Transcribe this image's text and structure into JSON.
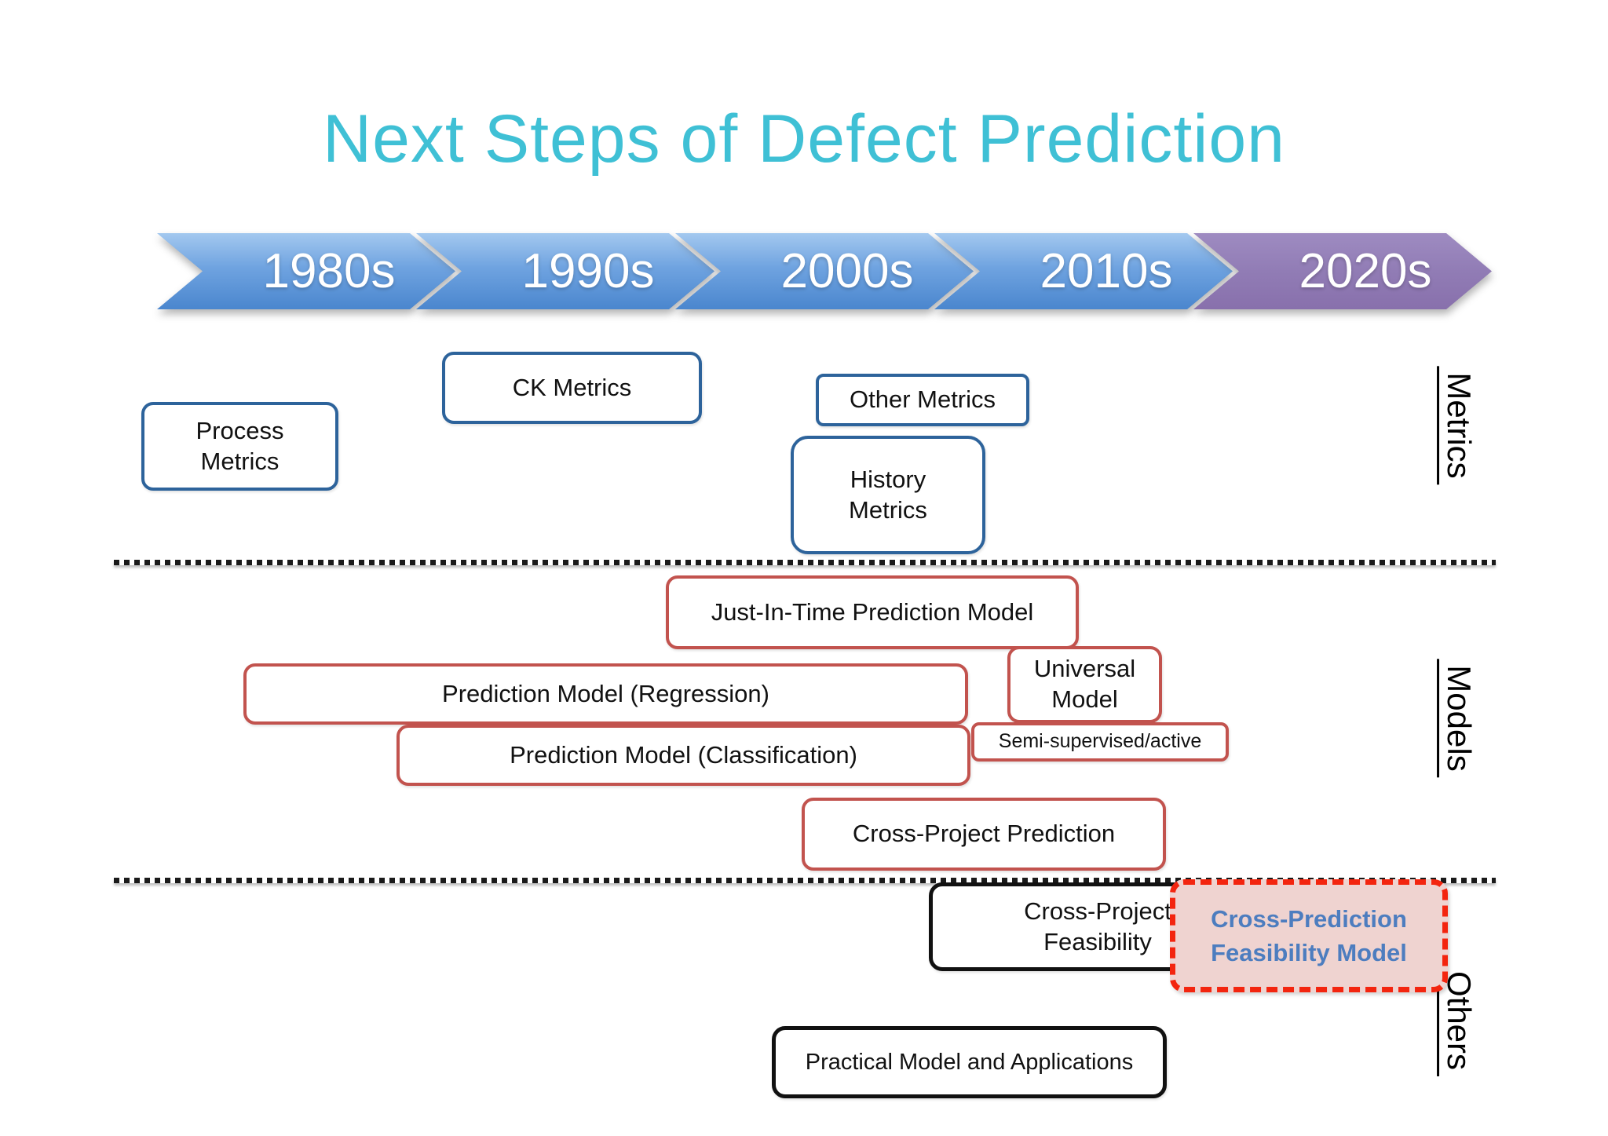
{
  "title": {
    "text": "Next Steps of Defect Prediction",
    "color": "#3fc0d5"
  },
  "timeline": {
    "arrows": [
      {
        "label": "1980s",
        "theme": "blue"
      },
      {
        "label": "1990s",
        "theme": "blue"
      },
      {
        "label": "2000s",
        "theme": "blue"
      },
      {
        "label": "2010s",
        "theme": "blue"
      },
      {
        "label": "2020s",
        "theme": "purple"
      }
    ],
    "colors": {
      "blue_top": "#a3c8ef",
      "blue_bottom": "#4a86ce",
      "purple_top": "#9e8bc1",
      "purple_bottom": "#8870ac",
      "label_text": "#ffffff"
    }
  },
  "section_labels": [
    {
      "label": "Metrics"
    },
    {
      "label": "Models"
    },
    {
      "label": "Others"
    }
  ],
  "boxes": {
    "process_metrics": {
      "lines": [
        "Process",
        "Metrics"
      ]
    },
    "ck_metrics": {
      "lines": [
        "CK Metrics"
      ]
    },
    "other_metrics": {
      "lines": [
        "Other Metrics"
      ]
    },
    "history_metrics": {
      "lines": [
        "History",
        "Metrics"
      ]
    },
    "jit_prediction_model": {
      "lines": [
        "Just-In-Time Prediction Model"
      ]
    },
    "prediction_model_regression": {
      "lines": [
        "Prediction Model (Regression)"
      ]
    },
    "universal_model": {
      "lines": [
        "Universal",
        "Model"
      ]
    },
    "prediction_model_classification": {
      "lines": [
        "Prediction Model (Classification)"
      ]
    },
    "semi_supervised_active": {
      "lines": [
        "Semi-supervised/active"
      ]
    },
    "cross_project_prediction": {
      "lines": [
        "Cross-Project Prediction"
      ]
    },
    "cross_project_feasibility": {
      "lines": [
        "Cross-Project",
        "Feasibility"
      ]
    },
    "cross_prediction_feasibility_model": {
      "lines": [
        "Cross-Prediction",
        "Feasibility Model"
      ]
    },
    "practical_model_and_applications": {
      "lines": [
        "Practical Model and Applications"
      ]
    }
  },
  "colors": {
    "metric_border": "#2d639b",
    "model_border": "#c2534e",
    "others_border": "#111111",
    "highlight_border": "#f3250f",
    "highlight_fill": "#efd3d0",
    "highlight_text": "#4d7dbf",
    "title_text": "#3fc0d5"
  }
}
